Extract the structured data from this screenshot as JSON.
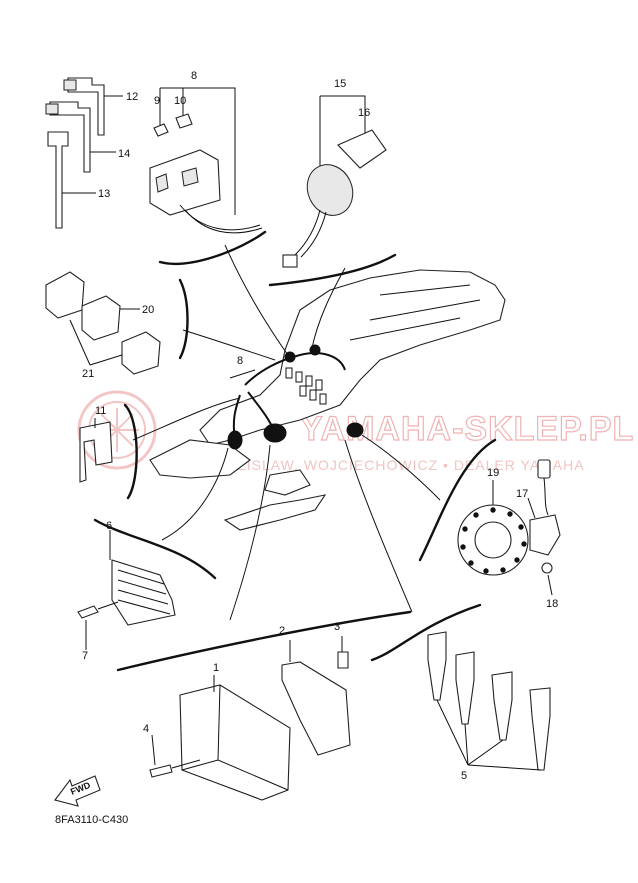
{
  "watermark": {
    "site": "YAMAHA-SKLEP.PL",
    "dealer": "WODZISLAW, WOJCIECHOWICZ • DEALER YAMAHA"
  },
  "diagram_code": "8FA3110-C430",
  "fwd_label": "FWD",
  "callouts": {
    "c1": "1",
    "c2": "2",
    "c3": "3",
    "c4": "4",
    "c5": "5",
    "c6": "6",
    "c7": "7",
    "c8a": "8",
    "c8b": "8",
    "c9": "9",
    "c10": "10",
    "c11": "11",
    "c12": "12",
    "c13": "13",
    "c14": "14",
    "c15": "15",
    "c16": "16",
    "c17": "17",
    "c18": "18",
    "c19": "19",
    "c20": "20",
    "c21": "21"
  }
}
